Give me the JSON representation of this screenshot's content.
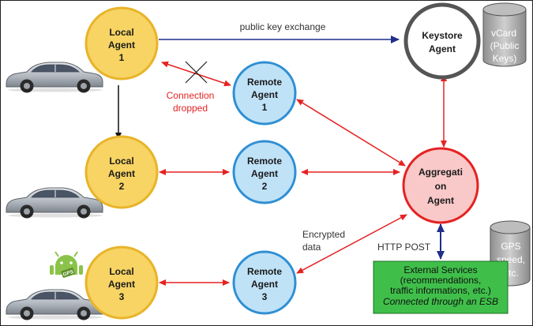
{
  "nodes": {
    "local1": {
      "lines": [
        "Local",
        "Agent",
        "1"
      ]
    },
    "local2": {
      "lines": [
        "Local",
        "Agent",
        "2"
      ]
    },
    "local3": {
      "lines": [
        "Local",
        "Agent",
        "3"
      ]
    },
    "remote1": {
      "lines": [
        "Remote",
        "Agent",
        "1"
      ]
    },
    "remote2": {
      "lines": [
        "Remote",
        "Agent",
        "2"
      ]
    },
    "remote3": {
      "lines": [
        "Remote",
        "Agent",
        "3"
      ]
    },
    "keystore": {
      "lines": [
        "Keystore",
        "Agent"
      ]
    },
    "aggregation": {
      "lines": [
        "Aggregati",
        "on",
        "Agent"
      ]
    }
  },
  "databases": {
    "vcard": {
      "lines": [
        "vCard",
        "(Public",
        "Keys)"
      ]
    },
    "gps": {
      "lines": [
        "GPS",
        "speed,",
        "etc."
      ]
    }
  },
  "edge_labels": {
    "public_key_exchange": "public key exchange",
    "connection_dropped": [
      "Connection",
      "dropped"
    ],
    "encrypted_data": [
      "Encrypted",
      "data"
    ],
    "http_post": "HTTP POST"
  },
  "external_services": {
    "lines": [
      "External Services",
      "(recommendations,",
      "traffic informations, etc.)"
    ],
    "italic_line": "Connected through an ESB"
  },
  "android_badge": "GPS",
  "colors": {
    "local_fill": "#f7d463",
    "local_stroke": "#e8b429",
    "remote_fill": "#bfe2f7",
    "remote_stroke": "#2f8fd3",
    "keystore_stroke": "#555555",
    "aggregation_fill": "#f9c8c8",
    "aggregation_stroke": "#e52222",
    "arrow_red": "#e52222",
    "arrow_blue": "#1f2f8a",
    "services_fill": "#3fbf4a",
    "android_green": "#8bc34a"
  }
}
